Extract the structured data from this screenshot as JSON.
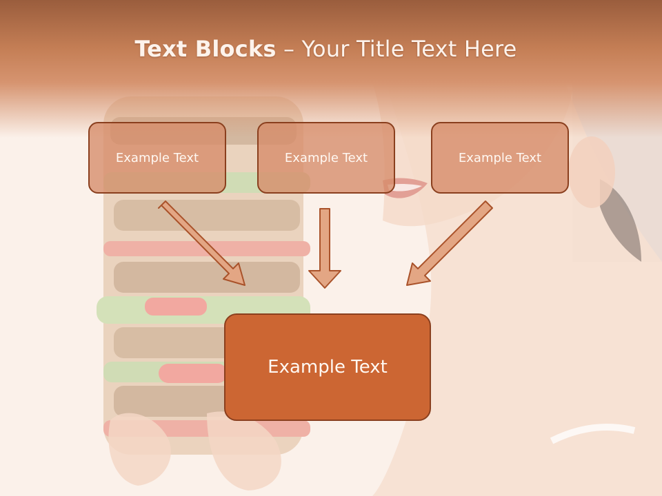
{
  "slide": {
    "title_bold": "Text Blocks",
    "title_rest": " – Your Title Text Here",
    "boxes": [
      "Example Text",
      "Example Text",
      "Example Text"
    ],
    "main_box": "Example Text"
  },
  "colors": {
    "title_band": "#c47e55",
    "small_box": "#d68c69",
    "main_box": "#cc6633",
    "outline": "#8a3f1e",
    "arrow_fill": "#e3a684"
  }
}
